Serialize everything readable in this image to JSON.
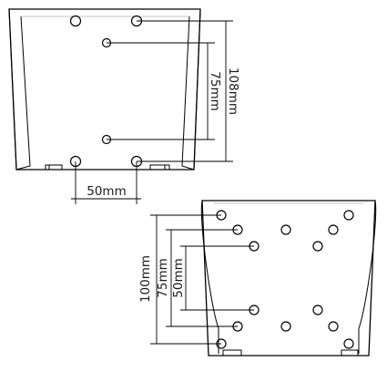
{
  "figure": {
    "top_bracket": {
      "dimensions": {
        "height": "108mm",
        "vertical_spacing": "75mm",
        "horizontal_spacing": "50mm"
      }
    },
    "bottom_bracket": {
      "dimensions": {
        "height_outer": "100mm",
        "height_middle": "75mm",
        "height_inner": "50mm"
      }
    }
  }
}
